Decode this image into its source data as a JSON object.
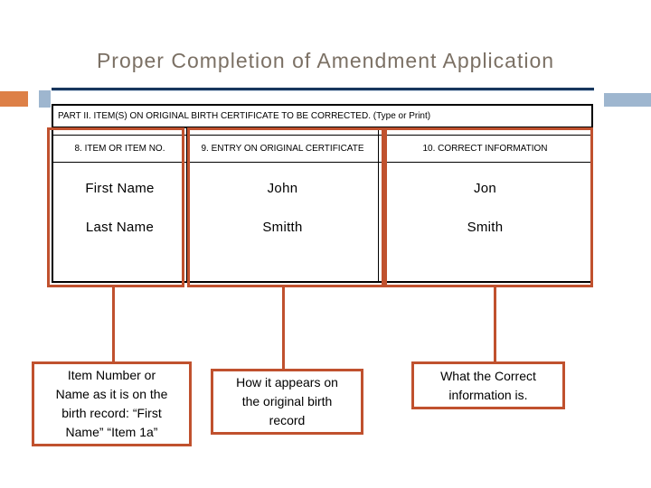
{
  "slide": {
    "title": "Proper Completion of Amendment Application"
  },
  "form": {
    "part_header": "PART II. ITEM(S) ON ORIGINAL BIRTH CERTIFICATE TO BE CORRECTED. (Type or Print)",
    "columns": [
      {
        "header": "8. ITEM OR ITEM NO.",
        "rows": [
          "First Name",
          "Last Name"
        ]
      },
      {
        "header": "9. ENTRY ON ORIGINAL CERTIFICATE",
        "rows": [
          "John",
          "Smitth"
        ]
      },
      {
        "header": "10. CORRECT INFORMATION",
        "rows": [
          "Jon",
          "Smith"
        ]
      }
    ]
  },
  "callouts": [
    {
      "text": "Item Number or\nName as it is on the\nbirth record:  “First\nName”  “Item 1a”"
    },
    {
      "text": "How it appears on\nthe original birth\nrecord"
    },
    {
      "text": "What the Correct\ninformation is."
    }
  ],
  "colors": {
    "annotation_red": "#c0512e",
    "accent_orange": "#dd8047",
    "accent_blue": "#9eb6cf",
    "navy_rule": "#17365d",
    "title_text": "#7b7064"
  }
}
